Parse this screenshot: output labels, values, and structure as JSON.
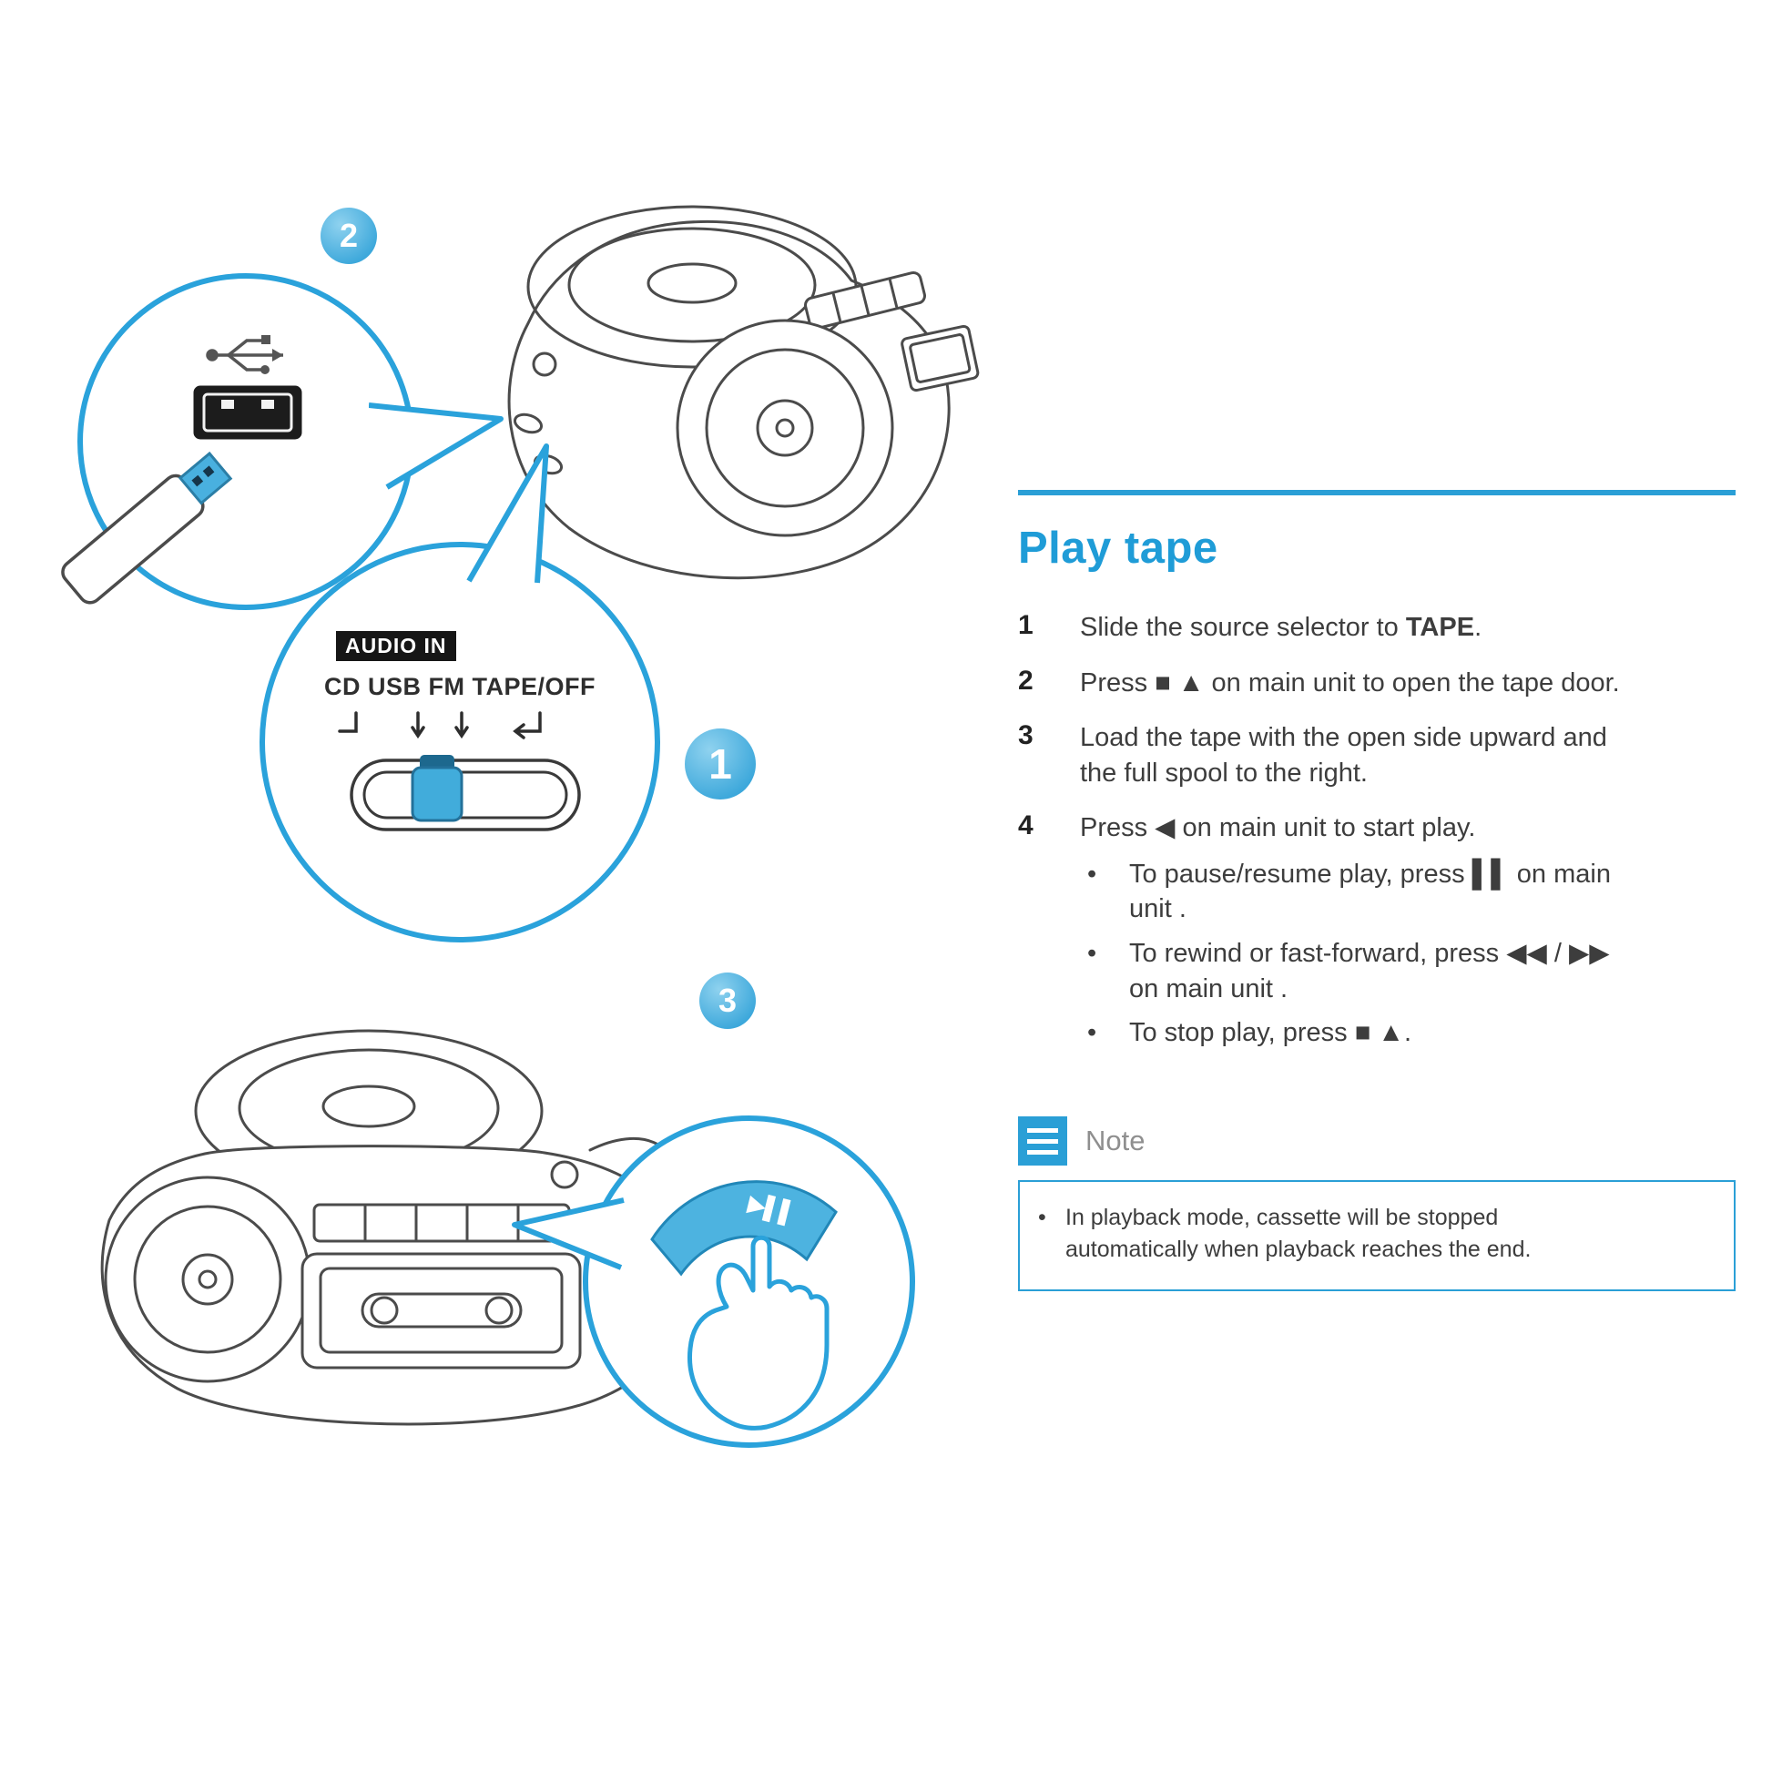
{
  "title": "Play tape",
  "badges": {
    "one": "1",
    "two": "2",
    "three": "3"
  },
  "selector": {
    "audio_in": "AUDIO IN",
    "options": "CD USB FM TAPE/OFF"
  },
  "play_button": {
    "symbol": "▶▌▌"
  },
  "steps": {
    "s1": {
      "num": "1",
      "pre": "Slide the source selector to ",
      "emphasis": "TAPE",
      "post": "."
    },
    "s2": {
      "num": "2",
      "text": "Press ■ ▲ on main unit to open the tape door."
    },
    "s3": {
      "num": "3",
      "text": "Load the tape with the open side upward and the full spool to the right."
    },
    "s4": {
      "num": "4",
      "text": "Press ◀ on main unit to start play.",
      "bullets": {
        "b1": "To pause/resume play, press ▌▌ on main unit .",
        "b2": "To rewind or fast-forward, press ◀◀ / ▶▶ on main unit .",
        "b3": "To stop play, press ■ ▲."
      }
    }
  },
  "note": {
    "label": "Note",
    "bullet": "In playback mode, cassette will be stopped automatically when playback reaches the end."
  }
}
